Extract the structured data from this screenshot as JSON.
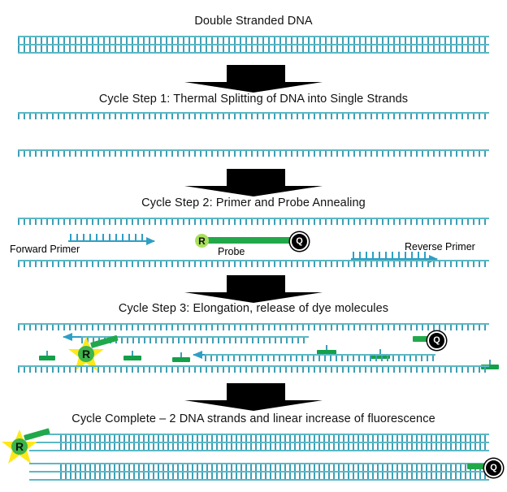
{
  "figure": {
    "title": "Double Stranded DNA",
    "subject": "TaqMan qPCR cycle schematic",
    "colors": {
      "dna_backbone": "#5bb8c4",
      "dna_rungs": "#3f9fb5",
      "primer": "#2f9fc4",
      "probe_green": "#21a84a",
      "dye_fragment": "#14a049",
      "reporter_circle": "#a8e05a",
      "quencher_circle": "#000000",
      "fluorescence_star": "#ffe81a",
      "arrow_black": "#000000",
      "background": "#ffffff",
      "text": "#111111"
    }
  },
  "captions": {
    "step0": "Double Stranded DNA",
    "step1": "Cycle Step 1: Thermal Splitting of DNA into Single Strands",
    "step2": "Cycle Step 2: Primer and Probe Annealing",
    "step3": "Cycle Step 3: Elongation, release of dye molecules",
    "step4": "Cycle Complete – 2 DNA strands and linear increase of fluorescence"
  },
  "labels": {
    "forward_primer": "Forward Primer",
    "reverse_primer": "Reverse Primer",
    "probe": "Probe",
    "reporter": "R",
    "quencher": "Q"
  },
  "panels": [
    {
      "id": "panel-dsdna",
      "caption_key": "step0",
      "description": "intact double stranded DNA duplex"
    },
    {
      "id": "panel-split",
      "caption_key": "step1",
      "description": "two separated single strands"
    },
    {
      "id": "panel-anneal",
      "caption_key": "step2",
      "description": "forward primer, probe with reporter and quencher, reverse primer annealed"
    },
    {
      "id": "panel-elong",
      "caption_key": "step3",
      "description": "polymerase elongation cleaving probe, releasing dye fragments"
    },
    {
      "id": "panel-complete",
      "caption_key": "step4",
      "description": "two complete DNA duplexes, free reporter fluorescing and free quencher"
    }
  ],
  "arrows": {
    "count": 4,
    "direction": "down",
    "style": "solid black block arrow"
  },
  "dye_fragments": {
    "released_count": 7,
    "note": "small green bars released during elongation"
  }
}
